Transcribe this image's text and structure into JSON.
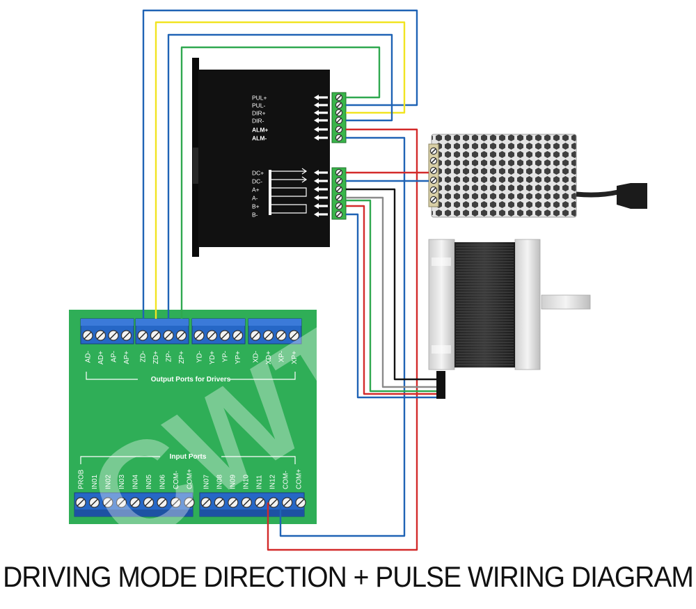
{
  "caption": "DRIVING MODE DIRECTION + PULSE WIRING DIAGRAM",
  "driver": {
    "signal_labels": [
      "PUL+",
      "PUL-",
      "DIR+",
      "DIR-",
      "ALM+",
      "ALM-"
    ],
    "power_labels": [
      "DC+",
      "DC-",
      "A+",
      "A-",
      "B+",
      "B-"
    ]
  },
  "board": {
    "output_title": "Output Ports for Drivers",
    "output_labels": [
      "AD-",
      "AD+",
      "AP-",
      "AP+",
      "ZD-",
      "ZD+",
      "ZP-",
      "ZP+",
      "YD-",
      "YD+",
      "YP-",
      "YP+",
      "XD-",
      "XD+",
      "XP-",
      "XP+"
    ],
    "input_title": "Input Ports",
    "input_labels": [
      "PROB",
      "IN01",
      "IN02",
      "IN03",
      "IN04",
      "IN05",
      "IN06",
      "COM-",
      "COM+",
      "IN07",
      "IN08",
      "IN09",
      "IN10",
      "IN11",
      "IN12",
      "COM-",
      "COM+"
    ]
  },
  "watermark": "CWT",
  "colors": {
    "wire_blue": "#1f63b5",
    "wire_yellow": "#f1e421",
    "wire_green": "#2fa84f",
    "wire_red": "#d32a2a",
    "wire_black": "#111111",
    "wire_gray": "#8a8a8a",
    "board_green": "#2fae57",
    "terminal_blue": "#2667c6",
    "driver_body": "#111111"
  }
}
